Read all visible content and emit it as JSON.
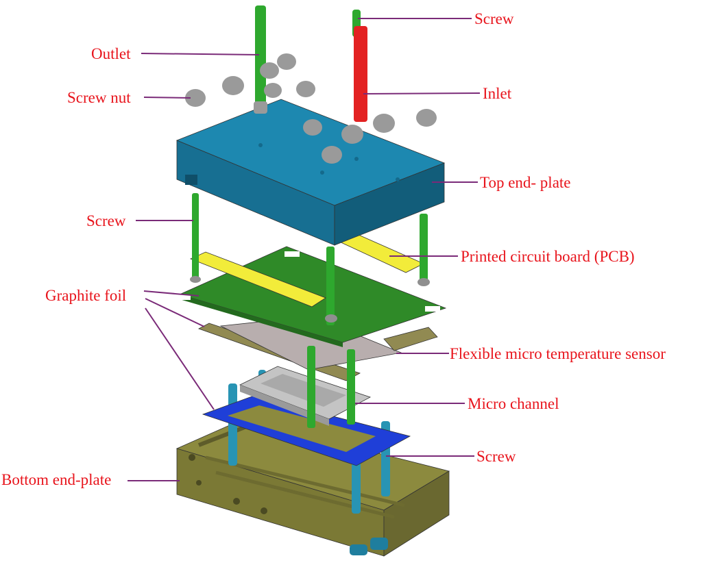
{
  "colors": {
    "label_text": "#e8141c",
    "leader_line": "#7a2a78",
    "top_end_plate": "#1d88b0",
    "bottom_end_plate": "#8c8a3e",
    "pcb": "#2f8a28",
    "pcb_strip": "#f2ec3a",
    "graphite_foil": "#918a52",
    "sensor": "#b8aeae",
    "micro_channel": "#c4c4c4",
    "gasket": "#1f3fd8",
    "screw_green": "#2ea82e",
    "inlet_red": "#e32222",
    "nut_gray": "#9a9a9a",
    "bottom_screw": "#2894b4"
  },
  "labels": {
    "screw_top": "Screw",
    "outlet": "Outlet",
    "inlet": "Inlet",
    "screw_nut": "Screw nut",
    "top_end_plate": "Top end- plate",
    "screw_left": "Screw",
    "pcb": "Printed circuit board (PCB)",
    "graphite_foil": "Graphite foil",
    "flexible_sensor": "Flexible micro temperature sensor",
    "micro_channel": "Micro channel",
    "screw_bottom": "Screw",
    "bottom_end_plate": "Bottom end-plate"
  }
}
